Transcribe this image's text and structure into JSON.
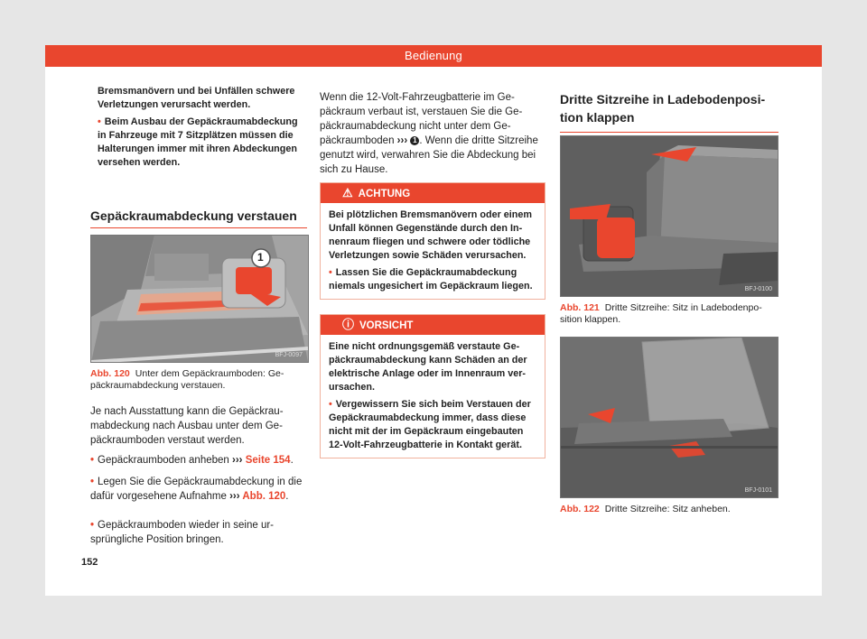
{
  "header": {
    "title": "Bedienung"
  },
  "page_number": "152",
  "col1": {
    "cont_box": {
      "line1": "Bremsmanövern und bei Unfällen schwere Verletzungen verursacht werden.",
      "bullet": "Beim Ausbau der Gepäckraumabde­ckung in Fahrzeuge mit 7 Sitzplätzen müs­sen die Halterungen immer mit ihren Abde­ckungen versehen werden."
    },
    "section_title": "Gepäckraumabdeckung verstauen",
    "figure": {
      "label": "Abb. 120",
      "caption": "Unter dem Gepäckraumboden: Ge­päckraumabdeckung verstauen.",
      "code": "BFJ-0097",
      "callout": "1"
    },
    "intro": "Je nach Ausstattung kann die Gepäckrau­mabdeckung nach Ausbau unter dem Ge­päckraumboden verstaut werden.",
    "steps": [
      {
        "text": "Gepäckraumboden anheben ",
        "chev": "›››",
        "ref": " Seite 154",
        "tail": "."
      },
      {
        "text": "Legen Sie die Gepäckraumabdeckung in die dafür vorgesehene Aufnahme ",
        "chev": "›››",
        "ref": " Abb. 120",
        "tail": "."
      },
      {
        "text": "Gepäckraumboden wieder in seine ur­sprüngliche Position bringen.",
        "chev": "",
        "ref": "",
        "tail": ""
      }
    ]
  },
  "col2": {
    "para_a": "Wenn die 12-Volt-Fahrzeugbatterie im Ge­päckraum verbaut ist, verstauen Sie die Ge­päckraumabdeckung nicht unter dem Ge­päckraumboden ",
    "para_chev": "›››",
    "para_circle": "1",
    "para_b": ". Wenn die dritte Sitzrei­he genutzt wird, verwahren Sie die Abde­ckung bei sich zu Hause.",
    "achtung": {
      "title": "ACHTUNG",
      "text": "Bei plötzlichen Bremsmanövern oder einem Unfall können Gegenstände durch den In­nenraum fliegen und schwere oder tödliche Verletzungen sowie Schäden verursachen.",
      "bullet": "Lassen Sie die Gepäckraumabdeckung niemals ungesichert im Gepäckraum lie­gen."
    },
    "vorsicht": {
      "title": "VORSICHT",
      "text": "Eine nicht ordnungsgemäß verstaute Ge­päckraumabdeckung kann Schäden an der elektrische Anlage oder im Innenraum ver­ursachen.",
      "bullet": "Vergewissern Sie sich beim Verstauen der Gepäckraumabdeckung immer, dass diese nicht mit der im Gepäckraum eingebauten 12-Volt-Fahrzeugbatterie in Kontakt gerät."
    }
  },
  "col3": {
    "section_title": "Dritte Sitzreihe in Ladebodenposi­tion klappen",
    "fig121": {
      "label": "Abb. 121",
      "caption": "Dritte Sitzreihe: Sitz in Ladebodenpo­sition klappen.",
      "code": "BFJ-0100"
    },
    "fig122": {
      "label": "Abb. 122",
      "caption": "Dritte Sitzreihe: Sitz anheben.",
      "code": "BFJ-0101"
    }
  }
}
